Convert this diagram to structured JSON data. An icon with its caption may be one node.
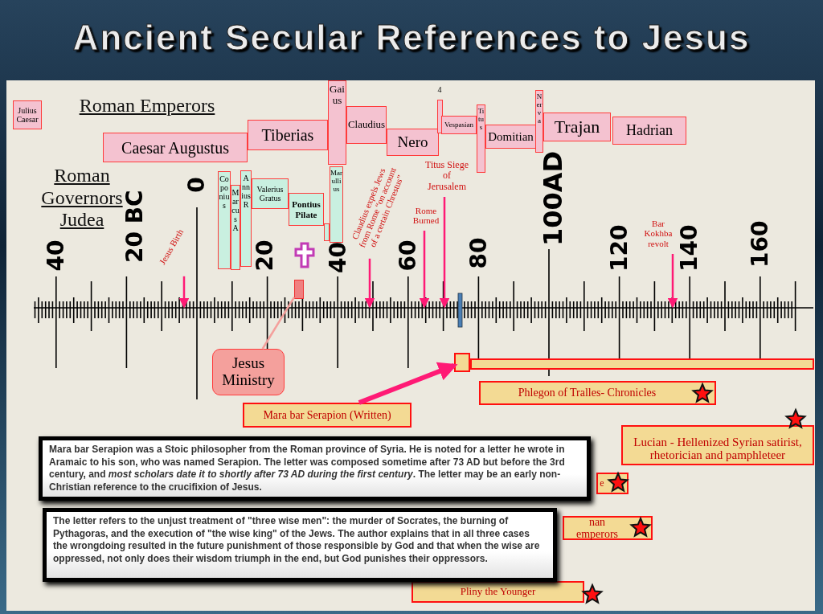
{
  "diagram": {
    "title": "Ancient Secular References to Jesus",
    "nodes": [
      {
        "text": [
          "Julius Caesar"
        ]
      },
      {
        "text": [
          "Caesar Augustus"
        ]
      },
      {
        "text": [
          "Tiberias"
        ]
      },
      {
        "text": [
          "Gaius"
        ]
      },
      {
        "text": [
          "Claudius"
        ]
      },
      {
        "text": [
          "Nero"
        ]
      },
      {
        "text": [
          "4"
        ]
      },
      {
        "text": [
          "Vespasian"
        ]
      },
      {
        "text": [
          "Titus"
        ]
      },
      {
        "text": [
          "Domitian"
        ]
      },
      {
        "text": [
          "Nerva"
        ]
      },
      {
        "text": [
          "Trajan"
        ]
      },
      {
        "text": [
          "Hadrian"
        ]
      },
      {
        "text": [
          "Coponius"
        ]
      },
      {
        "text": [
          "Marcus A"
        ]
      },
      {
        "text": [
          "Annius R"
        ]
      },
      {
        "text": [
          "Valerius Gratus"
        ]
      },
      {
        "text": [
          "Pontius Pilate"
        ]
      },
      {
        "text": [],
        "shape": "box"
      },
      {
        "text": [
          "Marullius"
        ]
      },
      {
        "text": [
          "Jesus Birth"
        ]
      },
      {
        "text": [
          "Claudius expels Jews from Rome “on account of a certain Chrestus”"
        ]
      },
      {
        "text": [
          "Rome Burned"
        ]
      },
      {
        "text": [
          "Titus Siege of Jerusalem"
        ]
      },
      {
        "text": [
          "Bar Kokhba revolt"
        ]
      },
      {
        "text": [],
        "shape": "box"
      },
      {
        "text": [
          "Jesus Ministry"
        ]
      },
      {
        "text": [
          "Mara bar Serapion (Written)"
        ]
      },
      {
        "text": [],
        "shape": "box"
      },
      {
        "text": [],
        "shape": "bar"
      },
      {
        "text": [
          "Phlegon of Tralles- Chronicles"
        ]
      },
      {
        "text": [
          "Lucian - Hellenized Syrian satirist, rhetorician and pamphleteer"
        ]
      },
      {
        "text": [
          "e"
        ]
      },
      {
        "text": [
          "nan emperors"
        ]
      },
      {
        "text": [
          "Pliny the Younger"
        ]
      }
    ],
    "edges": [
      {
        "from": 20,
        "to": null,
        "arrow": "to"
      },
      {
        "from": 21,
        "to": null,
        "arrow": "to"
      },
      {
        "from": 22,
        "to": null,
        "arrow": "to"
      },
      {
        "from": 23,
        "to": null,
        "arrow": "to"
      },
      {
        "from": 24,
        "to": null,
        "arrow": "to"
      },
      {
        "from": 26,
        "to": 25,
        "arrow": "none",
        "color": "#f4a09c"
      },
      {
        "from": 27,
        "to": 28,
        "arrow": "to",
        "style": "thick"
      }
    ],
    "labels": [
      "Roman Emperors",
      "Roman Governors Judea",
      "40",
      "20 BC",
      "0",
      "20",
      "40",
      "60",
      "80",
      "100AD",
      "120",
      "140",
      "160",
      "Mara bar Serapion was a Stoic philosopher from the Roman province of Syria. He is noted for a letter he wrote in Aramaic to his son, who was named Serapion. The letter was composed sometime after 73 AD but before the 3rd century, and *most scholars date it to shortly after 73 AD during the first century*. The letter may be an early non-Christian reference to the crucifixion of Jesus.",
      "The letter refers to the unjust treatment of \"three wise men\": the murder of Socrates, the burning of Pythagoras, and **the execution of \"the wise king\" of the Jews**. The author explains that in all three cases the wrongdoing resulted in the future punishment of those responsible by God and that when the wise are oppressed, not only does their wisdom triumph in the end, but God punishes their oppressors."
    ]
  }
}
